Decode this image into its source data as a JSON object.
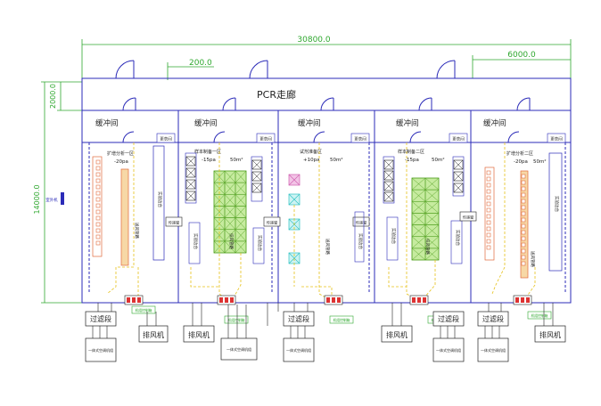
{
  "dimensions": {
    "total_width": "30800.0",
    "offset": "200.0",
    "right_span": "6000.0",
    "corridor_height": "2000.0",
    "total_height": "14000.0"
  },
  "corridor_label": "PCR走廊",
  "rooms": [
    {
      "buffer": "缓冲间",
      "change": "更衣间",
      "zone": "扩增分析一区",
      "pressure": "-20pa",
      "bench": "实验边台",
      "vertical_label": "送风管路",
      "filter": "过滤段",
      "unit": "一体式空调机组",
      "panel": "机组控制箱",
      "passbox": "传递窗"
    },
    {
      "buffer": "缓冲间",
      "change": "更衣间",
      "zone": "样本制备一区",
      "pressure": "-15pa",
      "area": "50m²",
      "bench": "实验边台",
      "vertical_label": "排风管路",
      "exhaust": "排风机",
      "panel": "机组控制箱",
      "passbox": "传递窗"
    },
    {
      "buffer": "缓冲间",
      "change": "更衣间",
      "zone": "试剂准备区",
      "pressure": "+10pa",
      "area": "50m²",
      "vertical_label": "送风管路",
      "filter": "过滤段",
      "unit": "一体式空调机组",
      "panel": "机组控制箱"
    },
    {
      "buffer": "缓冲间",
      "change": "更衣间",
      "zone": "样本制备二区",
      "pressure": "-15pa",
      "area": "50m²",
      "bench": "实验边台",
      "vertical_label": "排风管路",
      "exhaust": "排风机",
      "filter": "过滤段",
      "unit": "一体式空调机组",
      "panel": "机组控制箱",
      "passbox": "传递窗"
    },
    {
      "buffer": "缓冲间",
      "change": "更衣间",
      "zone": "扩增分析二区",
      "pressure": "-20pa",
      "area": "50m²",
      "bench": "实验边台",
      "vertical_label": "送风管路",
      "filter": "过滤段",
      "unit": "一体式空调机组",
      "panel": "机组控制箱",
      "exhaust": "排风机"
    }
  ],
  "side_label": "室外机",
  "colors": {
    "wall": "#2b2bb8",
    "dim": "#2fa82f",
    "duct_yellow": "#e6c21a",
    "duct_green": "#5aa52a",
    "heater": "#e26a3b",
    "green_fill": "#a8e07a",
    "cyan": "#2fc2c2",
    "pink": "#d060b0"
  }
}
